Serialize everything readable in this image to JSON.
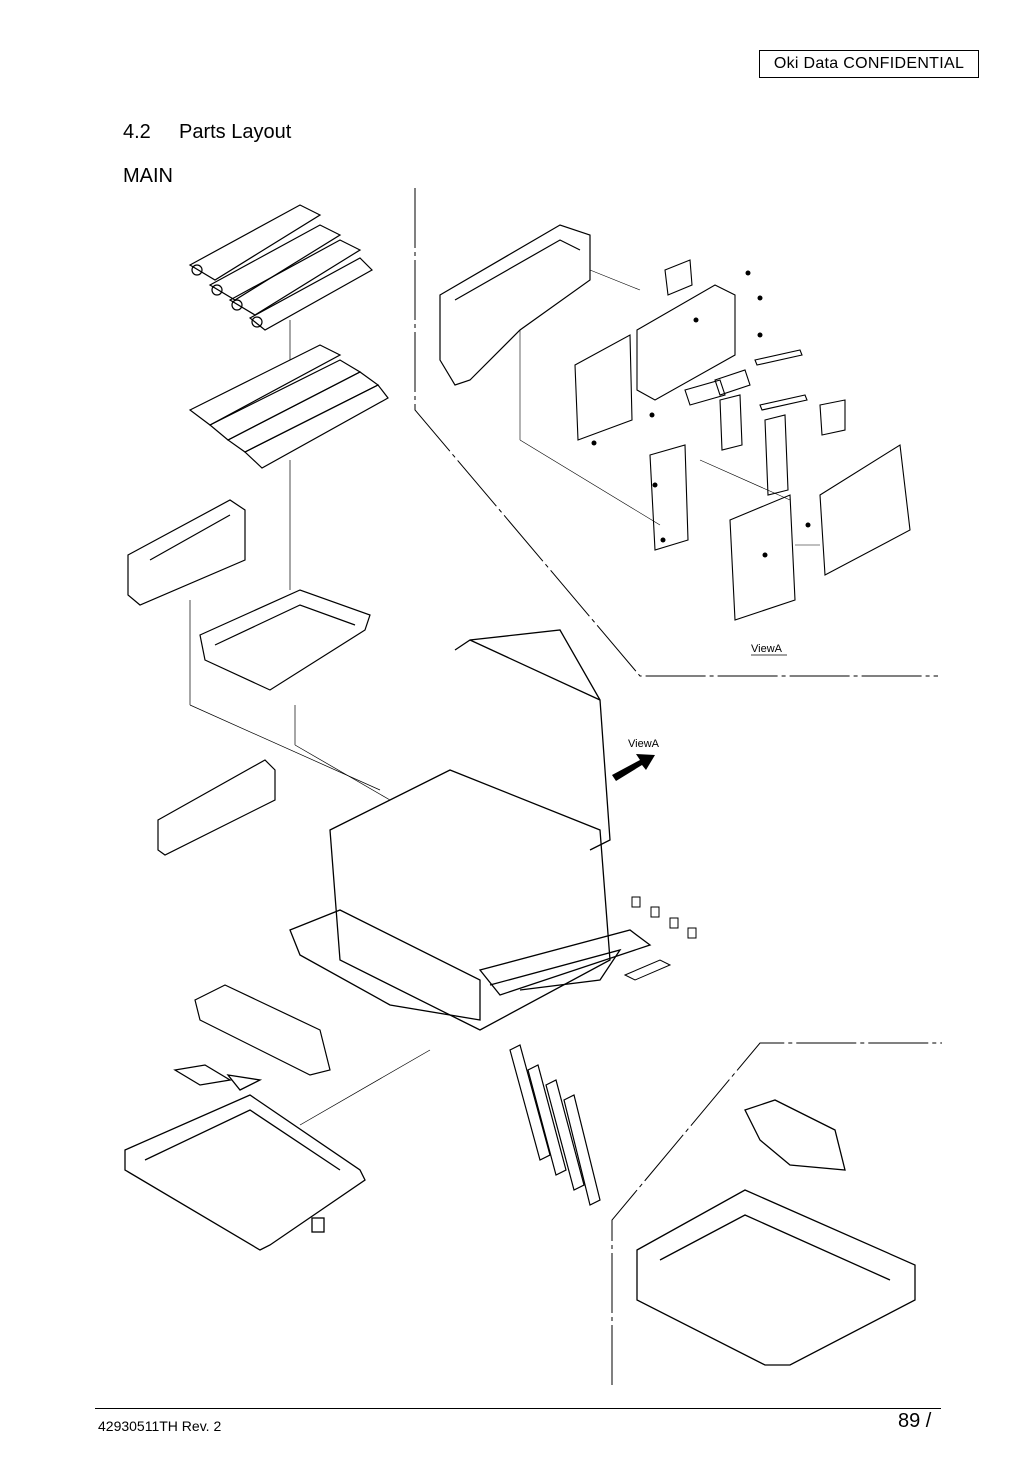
{
  "header": {
    "confidential": "Oki Data  CONFIDENTIAL"
  },
  "section": {
    "number": "4.2",
    "title": "Parts Layout"
  },
  "subtitle": "MAIN",
  "diagram": {
    "view_label_top": "ViewA",
    "view_label_arrow": "ViewA"
  },
  "footer": {
    "doc_id": "42930511TH  Rev. 2",
    "page": "89 /"
  }
}
